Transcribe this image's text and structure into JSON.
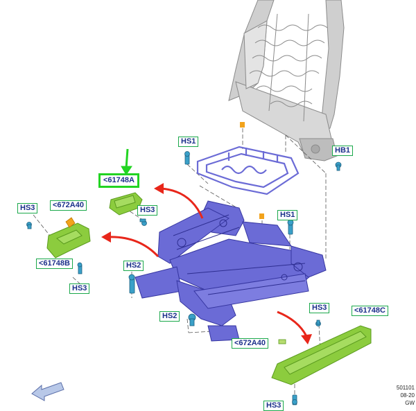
{
  "labels": {
    "hs1_top": "HS1",
    "hb1": "HB1",
    "part_61748a": "<61748A",
    "hs3_upper": "HS3",
    "hs3_left": "HS3",
    "part_672a40_left": "<672A40",
    "hs1_mid": "HS1",
    "part_61748b": "<61748B",
    "hs3_left_lower": "HS3",
    "hs2_left": "HS2",
    "hs2_bottom": "HS2",
    "hs3_right": "HS3",
    "part_61748c": "<61748C",
    "part_672a40_bottom": "<672A40",
    "hs3_bottom": "HS3"
  },
  "ref": {
    "code": "501101",
    "date": "08-20",
    "author": "GW"
  },
  "colors": {
    "frame": "#6b6bd6",
    "frame_edge": "#3535a0",
    "bracket_green": "#8ccc3e",
    "seatback": "#c9c9c9",
    "arrow_red": "#e8261a",
    "label_border": "#1aa84a",
    "label_text": "#1a2f8a",
    "highlight": "#22d422",
    "marker_orange": "#f2a31c",
    "fastener": "#3aa0c8"
  }
}
